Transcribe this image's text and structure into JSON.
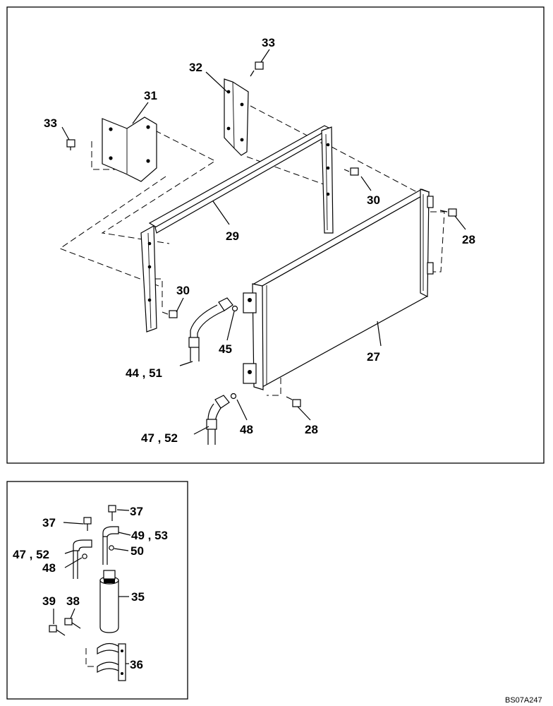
{
  "figure_code": "BS07A247",
  "main_labels": [
    {
      "id": "l33a",
      "text": "33"
    },
    {
      "id": "l32",
      "text": "32"
    },
    {
      "id": "l31",
      "text": "31"
    },
    {
      "id": "l33b",
      "text": "33"
    },
    {
      "id": "l30a",
      "text": "30"
    },
    {
      "id": "l28a",
      "text": "28"
    },
    {
      "id": "l29",
      "text": "29"
    },
    {
      "id": "l30b",
      "text": "30"
    },
    {
      "id": "l45",
      "text": "45"
    },
    {
      "id": "l27",
      "text": "27"
    },
    {
      "id": "l4451",
      "text": "44 , 51"
    },
    {
      "id": "l48a",
      "text": "48"
    },
    {
      "id": "l28b",
      "text": "28"
    },
    {
      "id": "l4752a",
      "text": "47 , 52"
    }
  ],
  "inset_labels": [
    {
      "id": "i37a",
      "text": "37"
    },
    {
      "id": "i37b",
      "text": "37"
    },
    {
      "id": "i4953",
      "text": "49 , 53"
    },
    {
      "id": "i4752",
      "text": "47 , 52"
    },
    {
      "id": "i50",
      "text": "50"
    },
    {
      "id": "i48",
      "text": "48"
    },
    {
      "id": "i35",
      "text": "35"
    },
    {
      "id": "i39",
      "text": "39"
    },
    {
      "id": "i38",
      "text": "38"
    },
    {
      "id": "i36",
      "text": "36"
    }
  ]
}
